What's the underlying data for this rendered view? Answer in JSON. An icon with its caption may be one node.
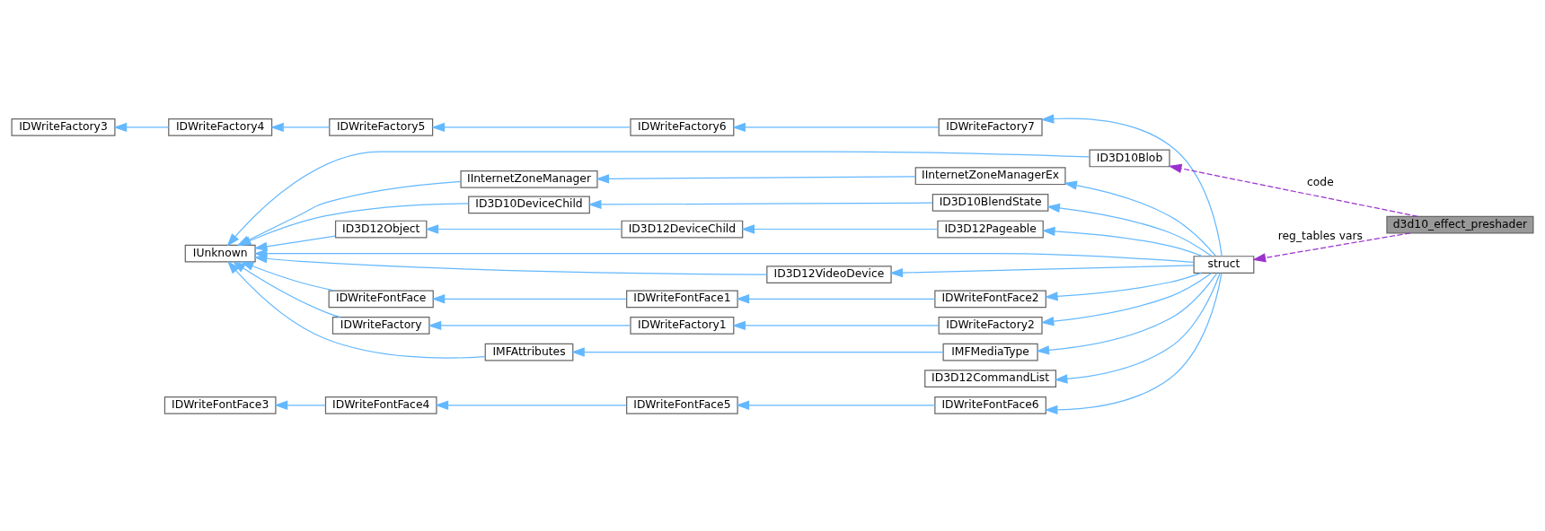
{
  "diagram": {
    "nodes": [
      {
        "text": [
          "IDWriteFactory3"
        ]
      },
      {
        "text": [
          "IDWriteFactory4"
        ]
      },
      {
        "text": [
          "IDWriteFactory5"
        ]
      },
      {
        "text": [
          "IDWriteFactory6"
        ]
      },
      {
        "text": [
          "IDWriteFactory7"
        ]
      },
      {
        "text": [
          "ID3D10Blob"
        ]
      },
      {
        "text": [
          "IInternetZoneManager"
        ]
      },
      {
        "text": [
          "IInternetZoneManagerEx"
        ]
      },
      {
        "text": [
          "ID3D12CommandList"
        ]
      },
      {
        "text": [
          "ID3D10DeviceChild"
        ]
      },
      {
        "text": [
          "ID3D10BlendState"
        ]
      },
      {
        "text": [
          "IUnknown"
        ]
      },
      {
        "text": [
          "ID3D12Object"
        ]
      },
      {
        "text": [
          "ID3D12DeviceChild"
        ]
      },
      {
        "text": [
          "ID3D12Pageable"
        ]
      },
      {
        "text": [
          "struct"
        ]
      },
      {
        "text": [
          "d3d10_effect_preshader"
        ]
      },
      {
        "text": [
          "ID3D12VideoDevice"
        ]
      },
      {
        "text": [
          "IDWriteFontFace"
        ]
      },
      {
        "text": [
          "IDWriteFontFace1"
        ]
      },
      {
        "text": [
          "IDWriteFontFace2"
        ]
      },
      {
        "text": [
          "IDWriteFactory"
        ]
      },
      {
        "text": [
          "IDWriteFactory1"
        ]
      },
      {
        "text": [
          "IDWriteFactory2"
        ]
      },
      {
        "text": [
          "IMFAttributes"
        ]
      },
      {
        "text": [
          "IMFMediaType"
        ]
      },
      {
        "text": [
          "IDWriteFontFace3"
        ]
      },
      {
        "text": [
          "IDWriteFontFace4"
        ]
      },
      {
        "text": [
          "IDWriteFontFace5"
        ]
      },
      {
        "text": [
          "IDWriteFontFace6"
        ]
      }
    ],
    "edges": [
      {
        "from": 1,
        "to": 0,
        "arrow": "to"
      },
      {
        "from": 2,
        "to": 1,
        "arrow": "to"
      },
      {
        "from": 3,
        "to": 2,
        "arrow": "to"
      },
      {
        "from": 4,
        "to": 3,
        "arrow": "to"
      },
      {
        "from": 15,
        "to": 4,
        "arrow": "to"
      },
      {
        "from": 5,
        "to": 11,
        "arrow": "to"
      },
      {
        "from": 6,
        "to": 11,
        "arrow": "to"
      },
      {
        "from": 7,
        "to": 6,
        "arrow": "to"
      },
      {
        "from": 15,
        "to": 7,
        "arrow": "to"
      },
      {
        "from": 15,
        "to": 11,
        "arrow": "to"
      },
      {
        "from": 15,
        "to": 8,
        "arrow": "to"
      },
      {
        "from": 9,
        "to": 11,
        "arrow": "to"
      },
      {
        "from": 10,
        "to": 9,
        "arrow": "to"
      },
      {
        "from": 15,
        "to": 10,
        "arrow": "to"
      },
      {
        "from": 12,
        "to": 11,
        "arrow": "to"
      },
      {
        "from": 13,
        "to": 12,
        "arrow": "to"
      },
      {
        "from": 14,
        "to": 13,
        "arrow": "to"
      },
      {
        "from": 15,
        "to": 14,
        "arrow": "to"
      },
      {
        "from": 17,
        "to": 11,
        "arrow": "to"
      },
      {
        "from": 15,
        "to": 17,
        "arrow": "to"
      },
      {
        "from": 18,
        "to": 11,
        "arrow": "to"
      },
      {
        "from": 19,
        "to": 18,
        "arrow": "to"
      },
      {
        "from": 20,
        "to": 19,
        "arrow": "to"
      },
      {
        "from": 15,
        "to": 20,
        "arrow": "to"
      },
      {
        "from": 21,
        "to": 11,
        "arrow": "to"
      },
      {
        "from": 22,
        "to": 21,
        "arrow": "to"
      },
      {
        "from": 23,
        "to": 22,
        "arrow": "to"
      },
      {
        "from": 15,
        "to": 23,
        "arrow": "to"
      },
      {
        "from": 24,
        "to": 11,
        "arrow": "to"
      },
      {
        "from": 25,
        "to": 24,
        "arrow": "to"
      },
      {
        "from": 15,
        "to": 25,
        "arrow": "to"
      },
      {
        "from": 27,
        "to": 26,
        "arrow": "to"
      },
      {
        "from": 28,
        "to": 27,
        "arrow": "to"
      },
      {
        "from": 29,
        "to": 28,
        "arrow": "to"
      },
      {
        "from": 15,
        "to": 29,
        "arrow": "to"
      },
      {
        "from": 16,
        "to": 5,
        "arrow": "to",
        "label": "code",
        "style": "dashed",
        "color": "#9a32cd"
      },
      {
        "from": 16,
        "to": 15,
        "arrow": "to",
        "label": "reg_tables vars",
        "style": "dashed",
        "color": "#9a32cd"
      }
    ]
  }
}
